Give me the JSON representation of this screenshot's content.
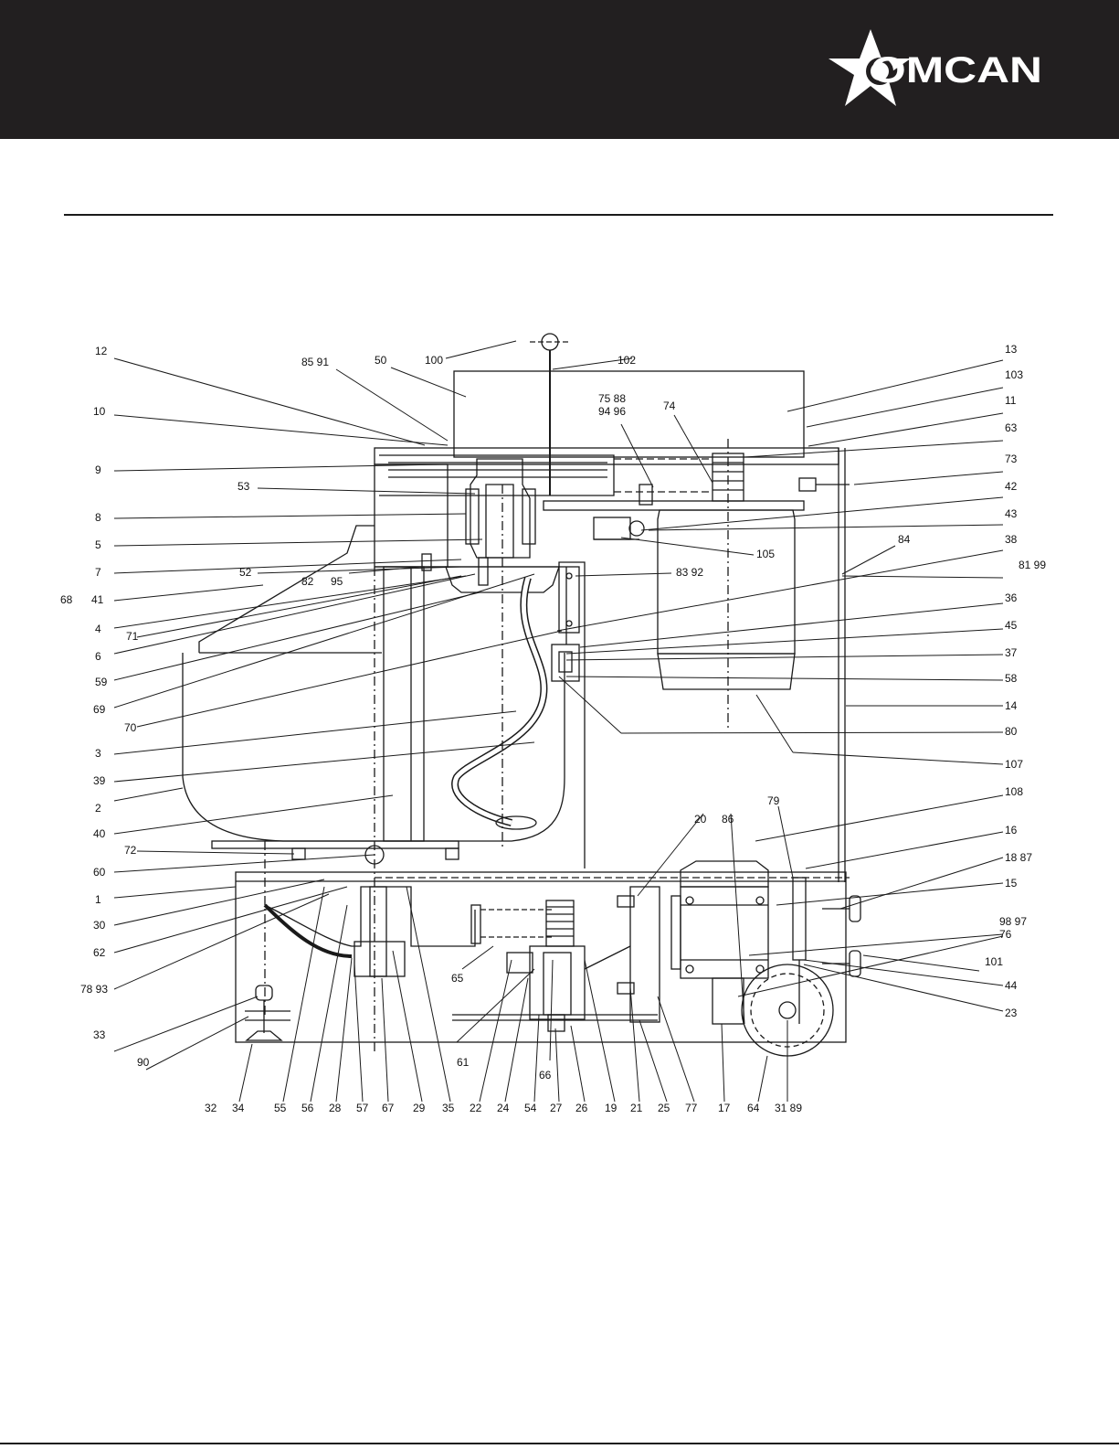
{
  "brand": {
    "name": "OMCAN",
    "header_color": "#221f20"
  },
  "diagram": {
    "type": "exploded-parts-cross-section",
    "labels": [
      {
        "id": "12",
        "t": "12"
      },
      {
        "id": "85-91",
        "t": "85  91"
      },
      {
        "id": "50",
        "t": "50"
      },
      {
        "id": "100",
        "t": "100"
      },
      {
        "id": "102",
        "t": "102"
      },
      {
        "id": "13",
        "t": "13"
      },
      {
        "id": "103",
        "t": "103"
      },
      {
        "id": "75-88",
        "t": "75  88"
      },
      {
        "id": "94-96",
        "t": "94  96"
      },
      {
        "id": "74",
        "t": "74"
      },
      {
        "id": "11",
        "t": "11"
      },
      {
        "id": "10",
        "t": "10"
      },
      {
        "id": "63",
        "t": "63"
      },
      {
        "id": "9",
        "t": "9"
      },
      {
        "id": "73",
        "t": "73"
      },
      {
        "id": "53",
        "t": "53"
      },
      {
        "id": "42",
        "t": "42"
      },
      {
        "id": "8",
        "t": "8"
      },
      {
        "id": "43",
        "t": "43"
      },
      {
        "id": "5",
        "t": "5"
      },
      {
        "id": "105",
        "t": "105"
      },
      {
        "id": "38",
        "t": "38"
      },
      {
        "id": "84",
        "t": "84"
      },
      {
        "id": "7",
        "t": "7"
      },
      {
        "id": "52",
        "t": "52"
      },
      {
        "id": "81-99",
        "t": "81  99"
      },
      {
        "id": "82",
        "t": "82"
      },
      {
        "id": "95",
        "t": "95"
      },
      {
        "id": "83-92",
        "t": "83 92"
      },
      {
        "id": "68",
        "t": "68"
      },
      {
        "id": "41",
        "t": "41"
      },
      {
        "id": "4",
        "t": "4"
      },
      {
        "id": "36",
        "t": "36"
      },
      {
        "id": "71",
        "t": "71"
      },
      {
        "id": "45",
        "t": "45"
      },
      {
        "id": "6",
        "t": "6"
      },
      {
        "id": "37",
        "t": "37"
      },
      {
        "id": "59",
        "t": "59"
      },
      {
        "id": "58",
        "t": "58"
      },
      {
        "id": "69",
        "t": "69"
      },
      {
        "id": "14",
        "t": "14"
      },
      {
        "id": "70",
        "t": "70"
      },
      {
        "id": "80",
        "t": "80"
      },
      {
        "id": "3",
        "t": "3"
      },
      {
        "id": "107",
        "t": "107"
      },
      {
        "id": "39",
        "t": "39"
      },
      {
        "id": "108",
        "t": "108"
      },
      {
        "id": "2",
        "t": "2"
      },
      {
        "id": "79",
        "t": "79"
      },
      {
        "id": "40",
        "t": "40"
      },
      {
        "id": "20",
        "t": "20"
      },
      {
        "id": "86",
        "t": "86"
      },
      {
        "id": "16",
        "t": "16"
      },
      {
        "id": "72",
        "t": "72"
      },
      {
        "id": "18-87",
        "t": "18   87"
      },
      {
        "id": "60",
        "t": "60"
      },
      {
        "id": "15",
        "t": "15"
      },
      {
        "id": "1",
        "t": "1"
      },
      {
        "id": "98-97",
        "t": "98  97"
      },
      {
        "id": "76",
        "t": "76"
      },
      {
        "id": "30",
        "t": "30"
      },
      {
        "id": "62",
        "t": "62"
      },
      {
        "id": "101",
        "t": "101"
      },
      {
        "id": "65",
        "t": "65"
      },
      {
        "id": "44",
        "t": "44"
      },
      {
        "id": "78-93",
        "t": "78  93"
      },
      {
        "id": "23",
        "t": "23"
      },
      {
        "id": "33",
        "t": "33"
      },
      {
        "id": "61",
        "t": "61"
      },
      {
        "id": "66",
        "t": "66"
      },
      {
        "id": "90",
        "t": "90"
      },
      {
        "id": "b32",
        "t": "32"
      },
      {
        "id": "b34",
        "t": "34"
      },
      {
        "id": "b55",
        "t": "55"
      },
      {
        "id": "b56",
        "t": "56"
      },
      {
        "id": "b28",
        "t": "28"
      },
      {
        "id": "b57",
        "t": "57"
      },
      {
        "id": "b67",
        "t": "67"
      },
      {
        "id": "b29",
        "t": "29"
      },
      {
        "id": "b35",
        "t": "35"
      },
      {
        "id": "b22",
        "t": "22"
      },
      {
        "id": "b24",
        "t": "24"
      },
      {
        "id": "b54",
        "t": "54"
      },
      {
        "id": "b27",
        "t": "27"
      },
      {
        "id": "b26",
        "t": "26"
      },
      {
        "id": "b19",
        "t": "19"
      },
      {
        "id": "b21",
        "t": "21"
      },
      {
        "id": "b25",
        "t": "25"
      },
      {
        "id": "b77",
        "t": "77"
      },
      {
        "id": "b17",
        "t": "17"
      },
      {
        "id": "b64",
        "t": "64"
      },
      {
        "id": "b31-89",
        "t": "31  89"
      }
    ]
  }
}
